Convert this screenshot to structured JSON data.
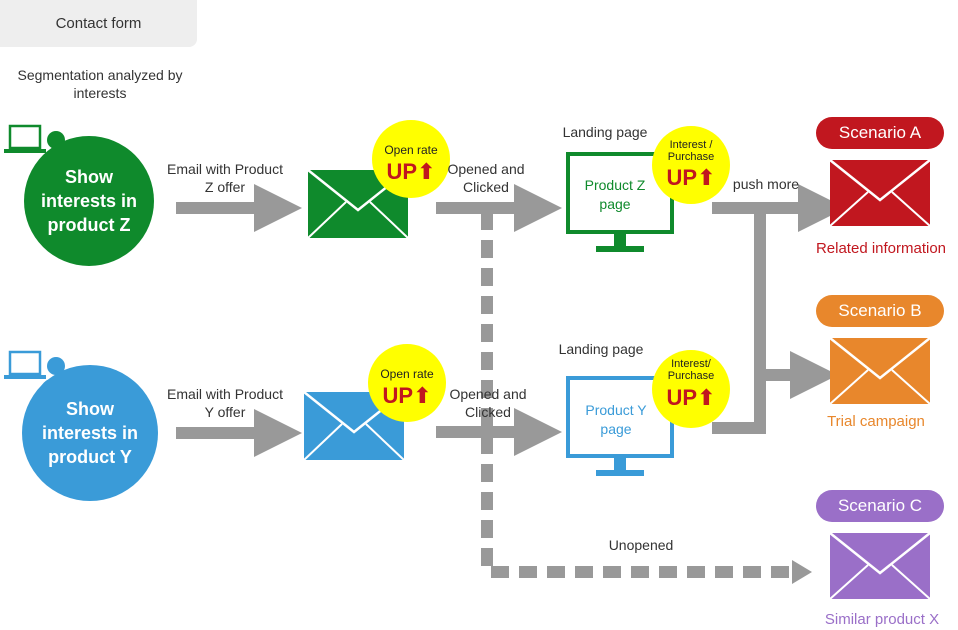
{
  "contact_form": "Contact form",
  "segmentation": "Segmentation analyzed by interests",
  "segments": [
    {
      "label": "Show interests in product Z",
      "color": "#0f8a2c"
    },
    {
      "label": "Show interests in product Y",
      "color": "#3a9bd8"
    }
  ],
  "email_offers": [
    "Email with Product Z offer",
    "Email with Product Y offer"
  ],
  "open_rate": {
    "label": "Open rate",
    "up": "UP"
  },
  "interest_badge": {
    "label_z": "Interest / Purchase",
    "label_y": "Interest/ Purchase",
    "up": "UP"
  },
  "opened_clicked": [
    "Opened and Clicked",
    "Opened and Clicked"
  ],
  "landing_page": "Landing page",
  "pages": [
    "Product Z page",
    "Product Y page"
  ],
  "push_more": "push more",
  "unopened": "Unopened",
  "scenarios": [
    {
      "name": "Scenario A",
      "caption": "Related information",
      "color": "#c1171f"
    },
    {
      "name": "Scenario B",
      "caption": "Trial campaign",
      "color": "#e8872c"
    },
    {
      "name": "Scenario C",
      "caption": "Similar product X",
      "color": "#9a6fc8"
    }
  ]
}
